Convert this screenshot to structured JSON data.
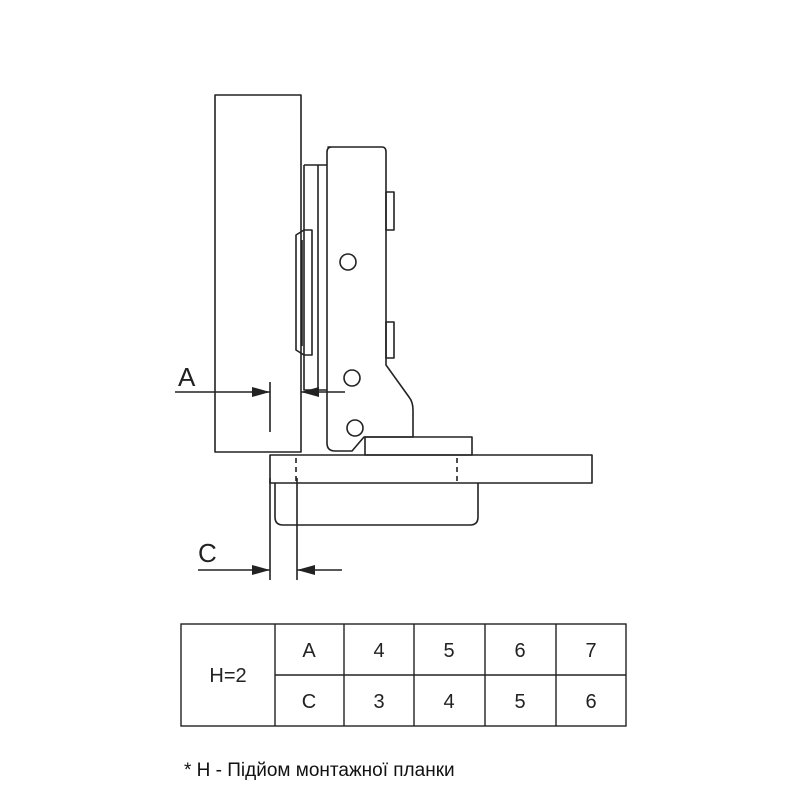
{
  "diagram": {
    "dimension_labels": {
      "a": "A",
      "c": "C"
    }
  },
  "table": {
    "group_label": "H=2",
    "rows": [
      {
        "param": "A",
        "values": [
          "4",
          "5",
          "6",
          "7"
        ]
      },
      {
        "param": "C",
        "values": [
          "3",
          "4",
          "5",
          "6"
        ]
      }
    ]
  },
  "footnote": "* H - Підйом монтажної планки",
  "colors": {
    "line": "#222222",
    "background": "#ffffff"
  }
}
